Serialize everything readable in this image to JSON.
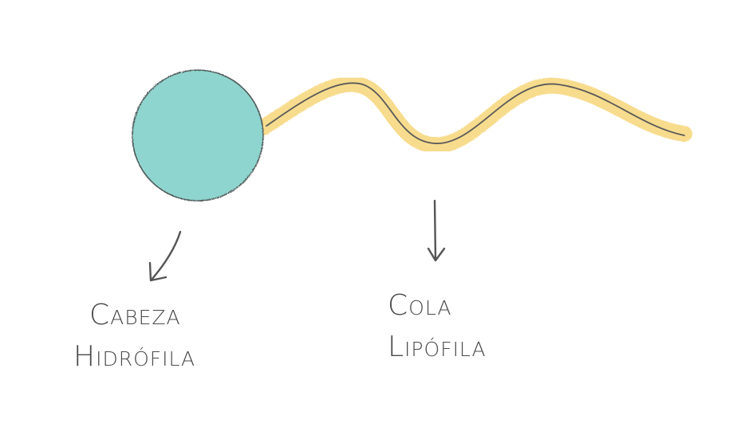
{
  "diagram": {
    "head": {
      "label_line1": "Cabeza",
      "label_line2": "Hidrófila",
      "fill_color": "#8fd5cf",
      "outline_color": "#4f5a5a"
    },
    "tail": {
      "label_line1": "Cola",
      "label_line2": "Lipófila",
      "highlight_color": "#f6d67a",
      "line_color": "#5a5a5a"
    },
    "arrow_color": "#555555"
  }
}
